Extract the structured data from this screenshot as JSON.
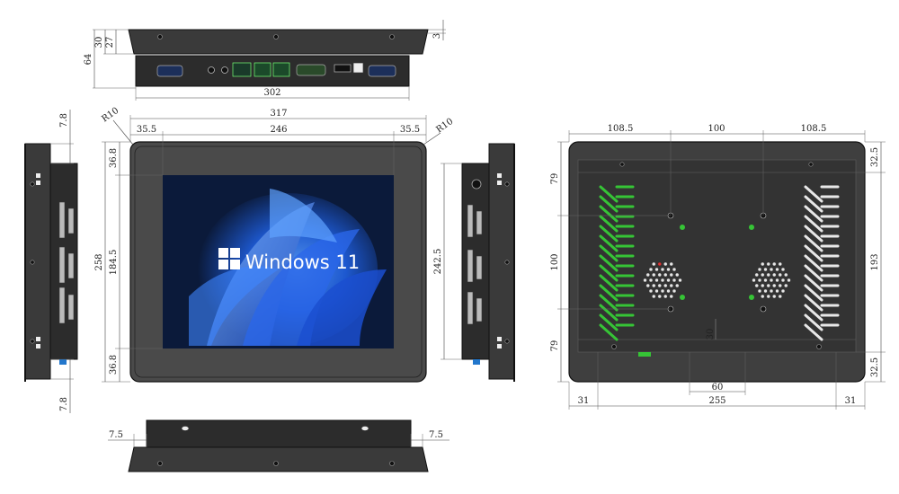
{
  "colors": {
    "chassis": "#3a3a3a",
    "bezel": "#4a4a4a",
    "screen_bg": "#0b1a3a",
    "bloom": "#1f5fe0",
    "vent_green": "#36c436"
  },
  "screen": {
    "logo_text": "Windows 11"
  },
  "dims": {
    "top": {
      "h30": "30",
      "h27": "27",
      "h3": "3",
      "h64": "64",
      "w302": "302"
    },
    "front": {
      "w317": "317",
      "w355l": "35.5",
      "w246": "246",
      "w355r": "35.5",
      "r10l": "R10",
      "r10r": "R10",
      "h368t": "36.8",
      "h258": "258",
      "h1845": "184.5",
      "h368b": "36.8"
    },
    "left": {
      "h78t": "7.8",
      "h78b": "7.8"
    },
    "right": {
      "h2425": "242.5"
    },
    "bottom": {
      "w75l": "7.5",
      "w75r": "7.5"
    },
    "back": {
      "w1085l": "108.5",
      "w100": "100",
      "w1085r": "108.5",
      "h79t": "79",
      "h100": "100",
      "h79b": "79",
      "h325t": "32.5",
      "h193": "193",
      "h325b": "32.5",
      "h30": "30",
      "w60": "60",
      "w31l": "31",
      "w255": "255",
      "w31r": "31"
    }
  }
}
